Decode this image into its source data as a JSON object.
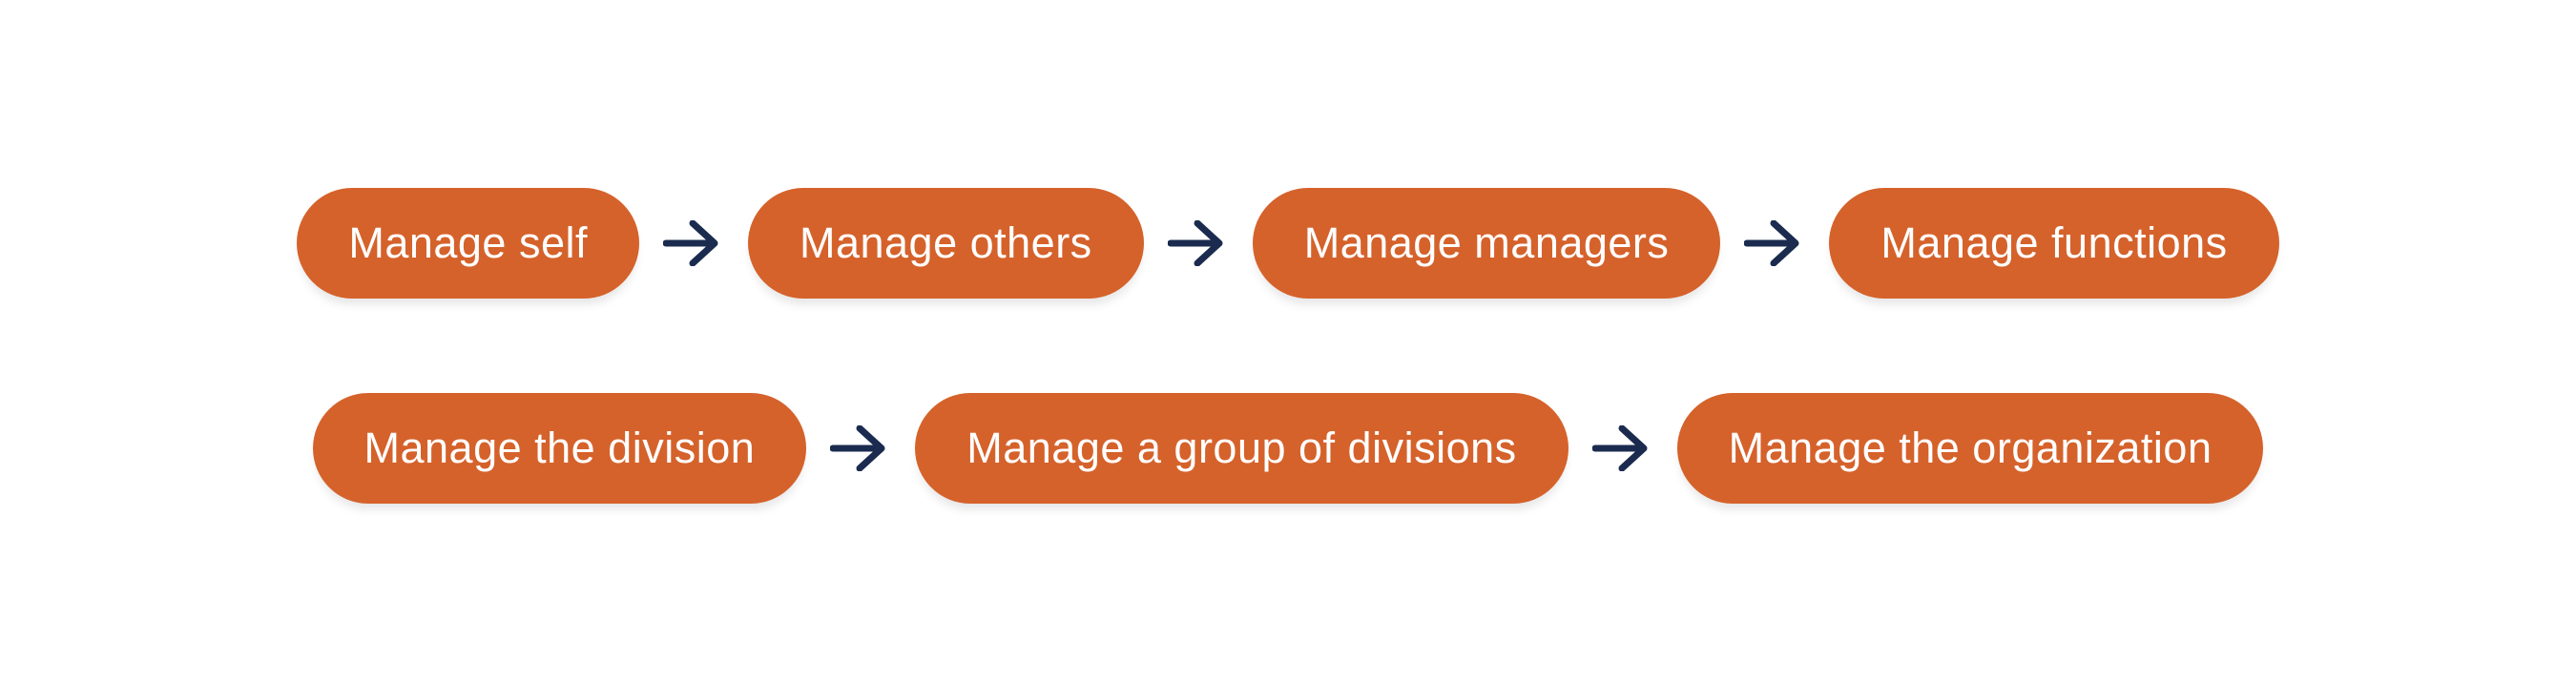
{
  "diagram": {
    "type": "process-flow",
    "background_color": "#FFFFFF",
    "colors": {
      "pill_fill": "#D5622B",
      "pill_text": "#FFFFFF",
      "arrow": "#1B2B4F"
    },
    "icons": {
      "arrow_glyph": "→",
      "arrow_name": "right-arrow-icon"
    },
    "rows": [
      {
        "stages": {
          "0": "Manage self",
          "1": "Manage others",
          "2": "Manage managers",
          "3": "Manage functions"
        }
      },
      {
        "stages": {
          "0": "Manage the division",
          "1": "Manage a group of divisions",
          "2": "Manage the organization"
        }
      }
    ]
  }
}
